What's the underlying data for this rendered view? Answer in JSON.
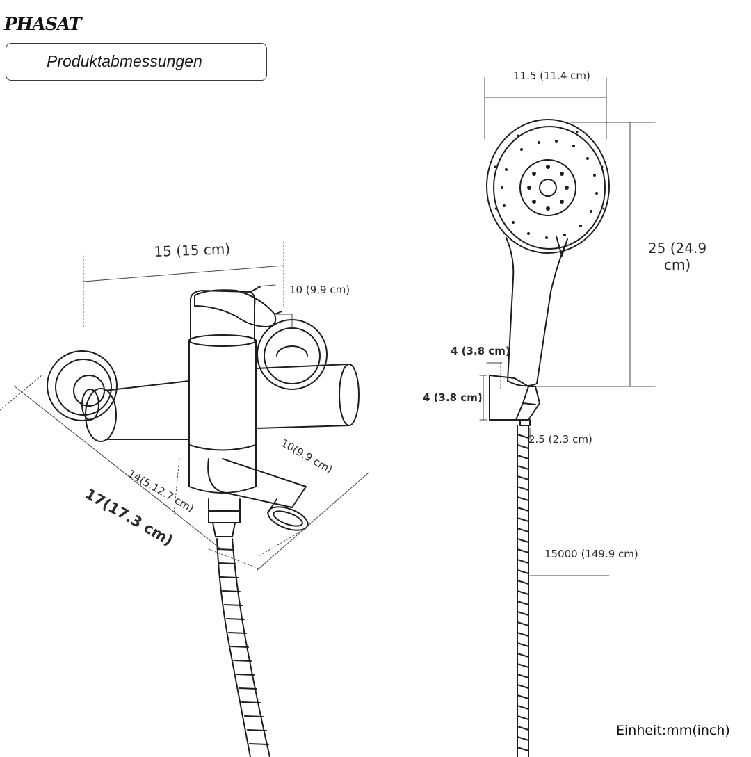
{
  "brand": {
    "logo_text": "PHASAT"
  },
  "header": {
    "title": "Produktabmessungen"
  },
  "faucet": {
    "width_label": "15 (15 cm)",
    "depth_label": "10 (9.9 cm)",
    "spout_label": "10(9.9 cm)",
    "height_label": "14(5.12.7 cm)",
    "overall_label": "17(17.3 cm)"
  },
  "shower": {
    "head_width_label": "11.5 (11.4 cm)",
    "length_label": "25 (24.9 cm)",
    "bracket_width_label": "4 (3.8 cm)",
    "bracket_height_label": "4 (3.8 cm)",
    "bracket_depth_label": "2.5 (2.3 cm)"
  },
  "hose": {
    "length_label": "15000 (149.9 cm)"
  },
  "footer": {
    "unit_note": "Einheit:mm(inch)"
  }
}
